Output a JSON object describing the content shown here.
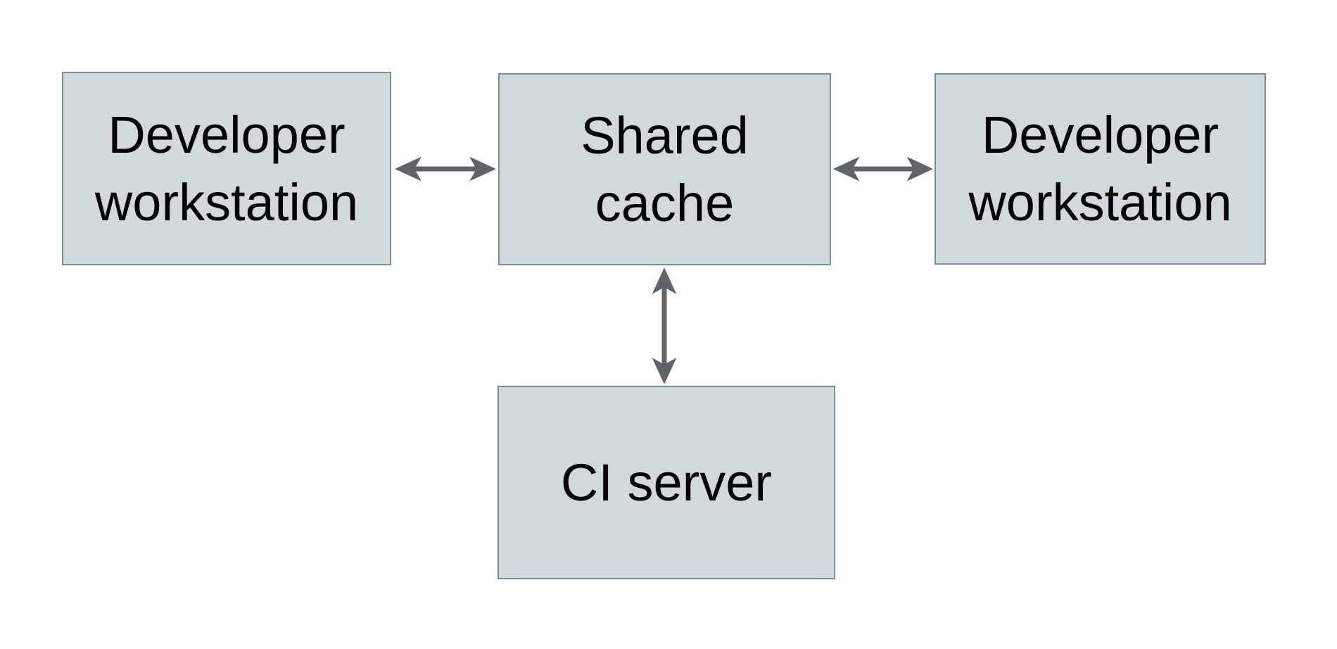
{
  "diagram": {
    "colors": {
      "background": "#ffffff",
      "node_fill": "#d1d9dc",
      "node_border": "#78909c",
      "arrow": "#5f6468",
      "text": "#000000"
    },
    "nodes": [
      {
        "id": "developer-workstation-left",
        "lines": [
          "Developer",
          "workstation"
        ]
      },
      {
        "id": "shared-cache",
        "lines": [
          "Shared",
          "cache"
        ]
      },
      {
        "id": "developer-workstation-right",
        "lines": [
          "Developer",
          "workstation"
        ]
      },
      {
        "id": "ci-server",
        "lines": [
          "CI server"
        ]
      }
    ],
    "edges": [
      {
        "from": "developer-workstation-left",
        "to": "shared-cache",
        "type": "bidirectional"
      },
      {
        "from": "shared-cache",
        "to": "developer-workstation-right",
        "type": "bidirectional"
      },
      {
        "from": "shared-cache",
        "to": "ci-server",
        "type": "bidirectional"
      }
    ]
  }
}
